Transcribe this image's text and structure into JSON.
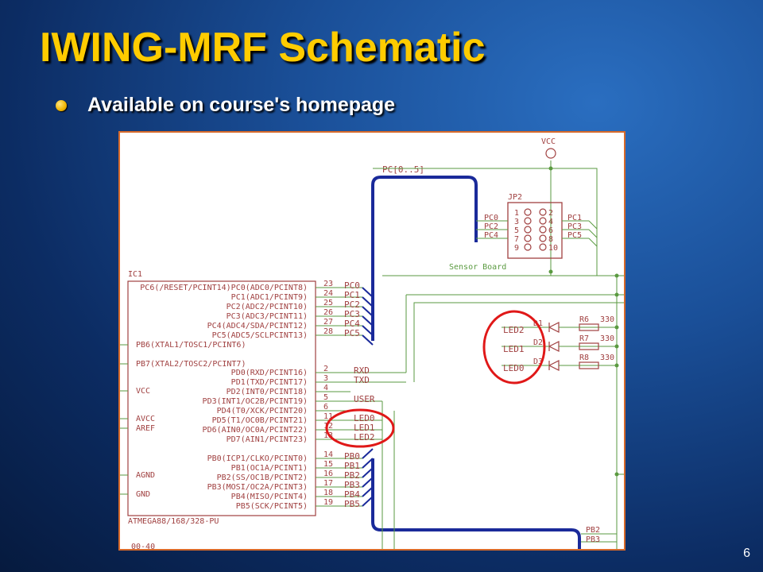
{
  "slide": {
    "title": "IWING-MRF Schematic",
    "bullet": "Available on course's homepage",
    "page_number": "6"
  },
  "schematic": {
    "ic_ref": "IC1",
    "ic_part": "ATMEGA88/168/328-PU",
    "left_pins": [
      "PB6(XTAL1/TOSC1/PCINT6)",
      "PB7(XTAL2/TOSC2/PCINT7)",
      "VCC",
      "AVCC",
      "AREF",
      "AGND",
      "GND"
    ],
    "right_pins": [
      "PC6(/RESET/PCINT14)PC0(ADC0/PCINT8)",
      "PC1(ADC1/PCINT9)",
      "PC2(ADC2/PCINT10)",
      "PC3(ADC3/PCINT11)",
      "PC4(ADC4/SDA/PCINT12)",
      "PC5(ADC5/SCLPCINT13)",
      "PD0(RXD/PCINT16)",
      "PD1(TXD/PCINT17)",
      "PD2(INT0/PCINT18)",
      "PD3(INT1/OC2B/PCINT19)",
      "PD4(T0/XCK/PCINT20)",
      "PD5(T1/OC0B/PCINT21)",
      "PD6(AIN0/OC0A/PCINT22)",
      "PD7(AIN1/PCINT23)",
      "PB0(ICP1/CLKO/PCINT0)",
      "PB1(OC1A/PCINT1)",
      "PB2(SS/OC1B/PCINT2)",
      "PB3(MOSI/OC2A/PCINT3)",
      "PB4(MISO/PCINT4)",
      "PB5(SCK/PCINT5)"
    ],
    "pin_numbers": [
      "23",
      "24",
      "25",
      "26",
      "27",
      "28",
      "2",
      "3",
      "4",
      "5",
      "6",
      "11",
      "12",
      "13",
      "14",
      "15",
      "16",
      "17",
      "18",
      "19"
    ],
    "net_labels": [
      "PC0",
      "PC1",
      "PC2",
      "PC3",
      "PC4",
      "PC5",
      "RXD",
      "TXD",
      "USER",
      "LED0",
      "LED1",
      "LED2",
      "PB0",
      "PB1",
      "PB2",
      "PB3",
      "PB4",
      "PB5"
    ],
    "bus_label": "PC[0..5]",
    "vcc_label": "VCC",
    "connector_ref": "JP2",
    "connector_left": [
      "PC0",
      "PC2",
      "PC4"
    ],
    "connector_right": [
      "PC1",
      "PC3",
      "PC5"
    ],
    "connector_left_nums": [
      "1",
      "3",
      "5",
      "7",
      "9"
    ],
    "connector_right_nums": [
      "2",
      "4",
      "6",
      "8",
      "10"
    ],
    "sensor_board_label": "Sensor Board",
    "led_nets": [
      "LED2",
      "LED1",
      "LED0"
    ],
    "diodes": [
      "D1",
      "D2",
      "D3"
    ],
    "resistors": [
      "R6",
      "R7",
      "R8"
    ],
    "resistor_value": "330",
    "bottom_labels": [
      "PB2",
      "PB3"
    ],
    "corner_label": "00-40"
  }
}
